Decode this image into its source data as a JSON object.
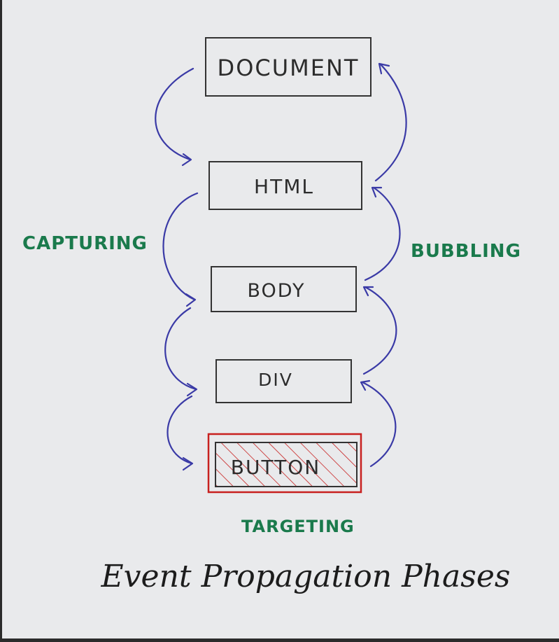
{
  "nodes": {
    "document": "DOCUMENT",
    "html": "HTML",
    "body": "BODY",
    "div": "DIV",
    "button": "BUTTON"
  },
  "phases": {
    "capturing": "CAPTURING",
    "bubbling": "BUBBLING",
    "targeting": "TARGETING"
  },
  "title": "Event Propagation Phases",
  "colors": {
    "box_stroke": "#333333",
    "target_stroke": "#c8201f",
    "arrow": "#3a3aa6",
    "phase_text": "#1a7a4c"
  }
}
